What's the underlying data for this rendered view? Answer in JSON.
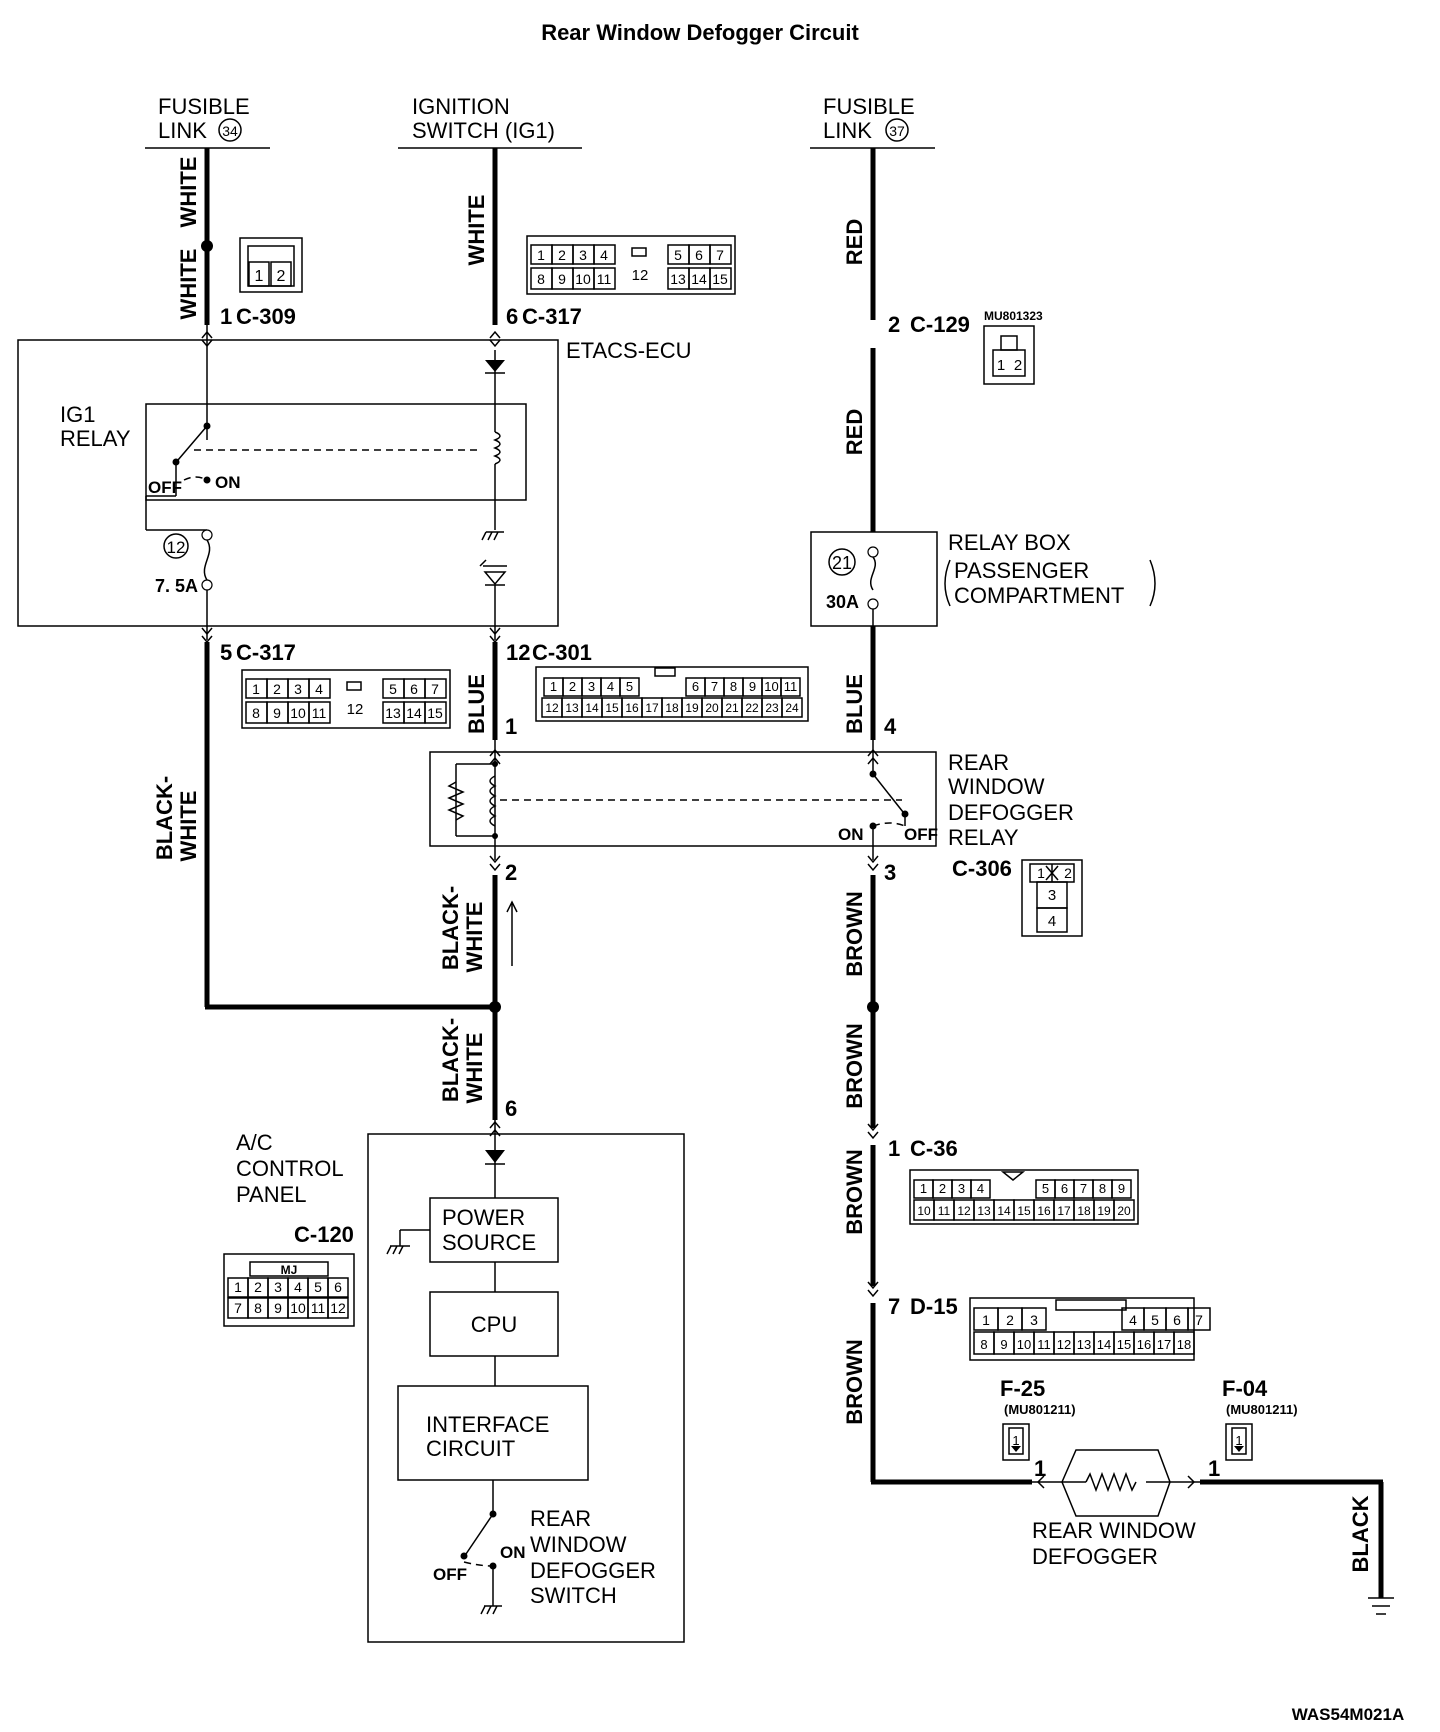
{
  "title": "Rear Window Defogger Circuit",
  "figure_code": "WAS54M021A",
  "sources": {
    "fl34": {
      "line1": "FUSIBLE",
      "line2": "LINK",
      "num": "34"
    },
    "ig1": {
      "line1": "IGNITION",
      "line2": "SWITCH (IG1)"
    },
    "fl37": {
      "line1": "FUSIBLE",
      "line2": "LINK",
      "num": "37"
    }
  },
  "wire_colors": {
    "white": "WHITE",
    "red": "RED",
    "blue": "BLUE",
    "black_white_1": "BLACK-",
    "black_white_2": "WHITE",
    "brown": "BROWN",
    "black": "BLACK"
  },
  "connectors": {
    "c309": {
      "pin": "1",
      "name": "C-309",
      "cells": [
        "1",
        "2"
      ]
    },
    "c317_top": {
      "pin": "6",
      "name": "C-317",
      "row1": [
        "1",
        "2",
        "3",
        "4"
      ],
      "row1b": [
        "5",
        "6",
        "7"
      ],
      "row2": [
        "8",
        "9",
        "10",
        "11"
      ],
      "row2b": [
        "13",
        "14",
        "15"
      ],
      "center": "12"
    },
    "c129": {
      "pin": "2",
      "name": "C-129",
      "part": "MU801323",
      "cells": [
        "1",
        "2"
      ]
    },
    "c317_bottom": {
      "pin": "5",
      "name": "C-317",
      "row1": [
        "1",
        "2",
        "3",
        "4"
      ],
      "row1b": [
        "5",
        "6",
        "7"
      ],
      "row2": [
        "8",
        "9",
        "10",
        "11"
      ],
      "row2b": [
        "13",
        "14",
        "15"
      ],
      "center": "12"
    },
    "c301": {
      "pin": "12",
      "name": "C-301",
      "row1": [
        "1",
        "2",
        "3",
        "4",
        "5",
        "6",
        "7",
        "8",
        "9",
        "10",
        "11"
      ],
      "row2": [
        "12",
        "13",
        "14",
        "15",
        "16",
        "17",
        "18",
        "19",
        "20",
        "21",
        "22",
        "23",
        "24"
      ]
    },
    "c306": {
      "name": "C-306",
      "cells": [
        "1",
        "2",
        "3",
        "4"
      ]
    },
    "c36": {
      "pin": "1",
      "name": "C-36",
      "row1": [
        "1",
        "2",
        "3",
        "4",
        "5",
        "6",
        "7",
        "8",
        "9"
      ],
      "row2": [
        "10",
        "11",
        "12",
        "13",
        "14",
        "15",
        "16",
        "17",
        "18",
        "19",
        "20"
      ]
    },
    "d15": {
      "pin": "7",
      "name": "D-15",
      "row1": [
        "1",
        "2",
        "3",
        "4",
        "5",
        "6",
        "7"
      ],
      "row2": [
        "8",
        "9",
        "10",
        "11",
        "12",
        "13",
        "14",
        "15",
        "16",
        "17",
        "18"
      ]
    },
    "c120": {
      "name": "C-120",
      "tag": "MJ",
      "row1": [
        "1",
        "2",
        "3",
        "4",
        "5",
        "6"
      ],
      "row2": [
        "7",
        "8",
        "9",
        "10",
        "11",
        "12"
      ]
    },
    "f25": {
      "name": "F-25",
      "part": "(MU801211)",
      "cell": "1",
      "pin": "1"
    },
    "f04": {
      "name": "F-04",
      "part": "(MU801211)",
      "cell": "1",
      "pin": "1"
    }
  },
  "etacs": {
    "label": "ETACS-ECU",
    "relay_line1": "IG1",
    "relay_line2": "RELAY",
    "off": "OFF",
    "on": "ON",
    "fuse_num": "12",
    "fuse_rating": "7. 5A"
  },
  "relay_box": {
    "line1": "RELAY BOX",
    "line2": "PASSENGER",
    "line3": "COMPARTMENT",
    "fuse_num": "21",
    "rating": "30A"
  },
  "defogger_relay": {
    "line1": "REAR",
    "line2": "WINDOW",
    "line3": "DEFOGGER",
    "line4": "RELAY",
    "on": "ON",
    "off": "OFF",
    "pin1": "1",
    "pin2": "2",
    "pin3": "3",
    "pin4": "4"
  },
  "ac_panel": {
    "line1": "A/C",
    "line2": "CONTROL",
    "line3": "PANEL",
    "pin": "6",
    "power1": "POWER",
    "power2": "SOURCE",
    "cpu": "CPU",
    "interface1": "INTERFACE",
    "interface2": "CIRCUIT",
    "sw1": "REAR",
    "sw2": "WINDOW",
    "sw3": "DEFOGGER",
    "sw4": "SWITCH",
    "off": "OFF",
    "on": "ON"
  },
  "defogger": {
    "line1": "REAR WINDOW",
    "line2": "DEFOGGER"
  }
}
